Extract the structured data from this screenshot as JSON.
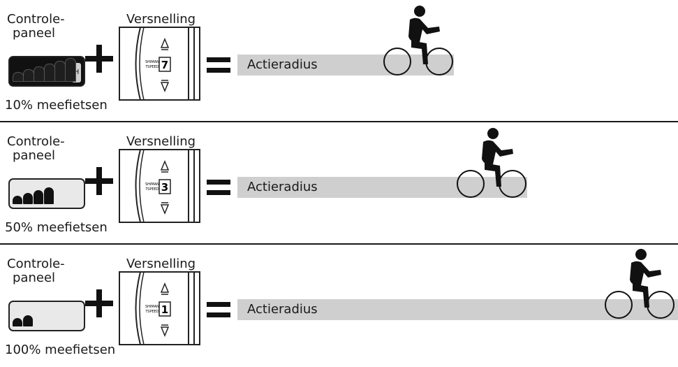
{
  "rows": [
    {
      "panel_label_line1": "Controle-",
      "panel_label_line2": "paneel",
      "gear_label": "Versnelling",
      "assist_bars": 6,
      "display_indicator": "H",
      "gear_number": "7",
      "range_label": "Actieradius",
      "assist_percentage_label": "10% meefietsen"
    },
    {
      "panel_label_line1": "Controle-",
      "panel_label_line2": "paneel",
      "gear_label": "Versnelling",
      "assist_bars": 4,
      "display_indicator": "",
      "gear_number": "3",
      "range_label": "Actieradius",
      "assist_percentage_label": "50% meefietsen"
    },
    {
      "panel_label_line1": "Controle-",
      "panel_label_line2": "paneel",
      "gear_label": "Versnelling",
      "assist_bars": 2,
      "display_indicator": "",
      "gear_number": "1",
      "range_label": "Actieradius",
      "assist_percentage_label": "100% meefietsen"
    }
  ],
  "shifter_brand": "SHIMANO",
  "shifter_speed": "7SPEED",
  "colors": {
    "range_bar": "#cfcfcf",
    "display_active": "#111111",
    "display_inactive": "#e9e9e9",
    "ink": "#111111"
  }
}
